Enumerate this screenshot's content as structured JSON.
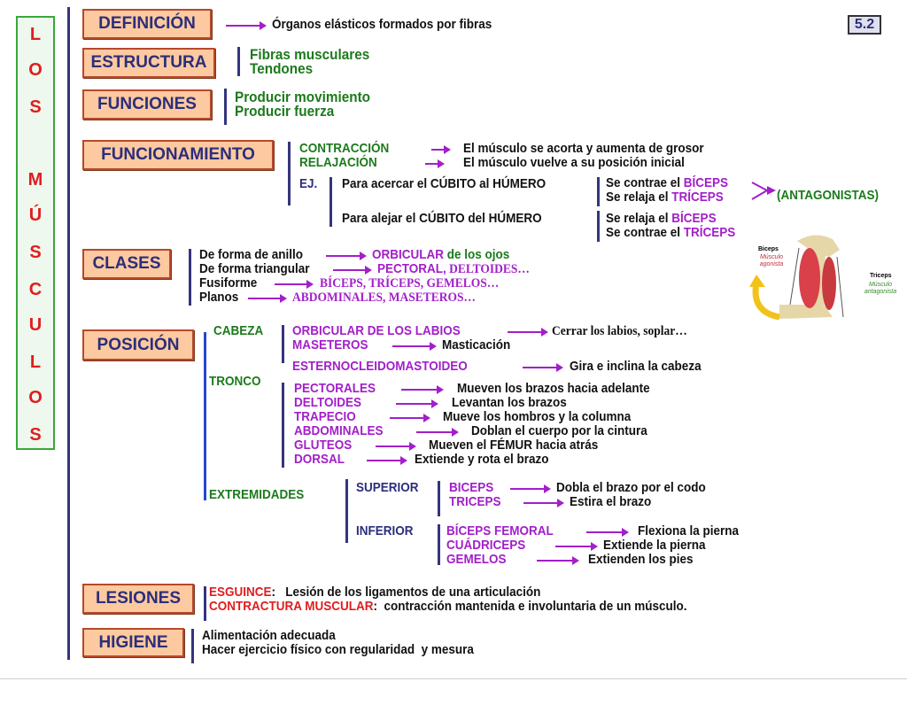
{
  "badge": "5.2",
  "side_title": [
    "L",
    "O",
    "S",
    "M",
    "Ú",
    "S",
    "C",
    "U",
    "L",
    "O",
    "S"
  ],
  "boxes": {
    "definicion": "DEFINICIÓN",
    "estructura": "ESTRUCTURA",
    "funciones": "FUNCIONES",
    "funcionamiento": "FUNCIONAMIENTO",
    "clases": "CLASES",
    "posicion": "POSICIÓN",
    "lesiones": "LESIONES",
    "higiene": "HIGIENE"
  },
  "definicion": "Órganos elásticos formados por fibras",
  "estructura": [
    "Fibras musculares",
    "Tendones"
  ],
  "funciones": [
    "Producir movimiento",
    "Producir fuerza"
  ],
  "funcionamiento": {
    "contraccion": "CONTRACCIÓN",
    "contraccion_desc": "El músculo se acorta y aumenta de grosor",
    "relajacion": "RELAJACIÓN",
    "relajacion_desc": "El músculo vuelve a su posición inicial",
    "ej": "EJ.",
    "acercar": "Para acercar el CÚBITO al HÚMERO",
    "alejar": "Para alejar el CÚBITO del HÚMERO",
    "se_contrae": "Se contrae el ",
    "se_relaja": "Se relaja el ",
    "biceps": "BÍCEPS",
    "triceps": "TRÍCEPS",
    "antagonistas": "(ANTAGONISTAS)"
  },
  "figure": {
    "biceps": "Biceps",
    "agonista": "Músculo agonista",
    "triceps": "Triceps",
    "antagonista": "Músculo antagonista"
  },
  "clases": [
    {
      "label": "De forma de anillo",
      "value": "ORBICULAR",
      "extra": " de los ojos"
    },
    {
      "label": "De forma triangular",
      "value": "PECTORAL,",
      "extra": " DELTOIDES…"
    },
    {
      "label": "Fusiforme",
      "value": "BÍCEPS, TRÍCEPS, GEMELOS…"
    },
    {
      "label": "Planos",
      "value": "ABDOMINALES, MASETEROS…"
    }
  ],
  "posicion": {
    "cabeza": "CABEZA",
    "tronco": "TRONCO",
    "extremidades": "EXTREMIDADES",
    "cabeza_items": [
      {
        "m": "ORBICULAR DE LOS LABIOS",
        "d": "Cerrar los labios, soplar…"
      },
      {
        "m": "MASETEROS",
        "d": "Masticación"
      },
      {
        "m": "ESTERNOCLEIDOMASTOIDEO",
        "d": "Gira e inclina la cabeza"
      }
    ],
    "tronco_items": [
      {
        "m": "PECTORALES",
        "d": "Mueven los brazos hacia adelante"
      },
      {
        "m": "DELTOIDES",
        "d": "Levantan los brazos"
      },
      {
        "m": "TRAPECIO",
        "d": "Mueve los hombros y la columna"
      },
      {
        "m": "ABDOMINALES",
        "d": "Doblan el cuerpo por la cintura"
      },
      {
        "m": "GLUTEOS",
        "d": "Mueven el FÉMUR hacia atrás"
      },
      {
        "m": "DORSAL",
        "d": "Extiende y rota el brazo"
      }
    ],
    "superior": "SUPERIOR",
    "inferior": "INFERIOR",
    "superior_items": [
      {
        "m": "BICEPS",
        "d": "Dobla el brazo por el codo"
      },
      {
        "m": "TRICEPS",
        "d": "Estira el brazo"
      }
    ],
    "inferior_items": [
      {
        "m": "BÍCEPS FEMORAL",
        "d": "Flexiona la pierna"
      },
      {
        "m": "CUÁDRICEPS",
        "d": "Extiende la pierna"
      },
      {
        "m": "GEMELOS",
        "d": "Extienden los pies"
      }
    ]
  },
  "lesiones": [
    {
      "term": "ESGUINCE",
      "sep": ":",
      "desc": "   Lesión de los ligamentos de una articulación"
    },
    {
      "term": "CONTRACTURA MUSCULAR",
      "sep": ":",
      "desc": "  contracción mantenida e involuntaria de un músculo."
    }
  ],
  "higiene": [
    "Alimentación adecuada",
    "Hacer ejercicio físico con regularidad  y mesura"
  ]
}
